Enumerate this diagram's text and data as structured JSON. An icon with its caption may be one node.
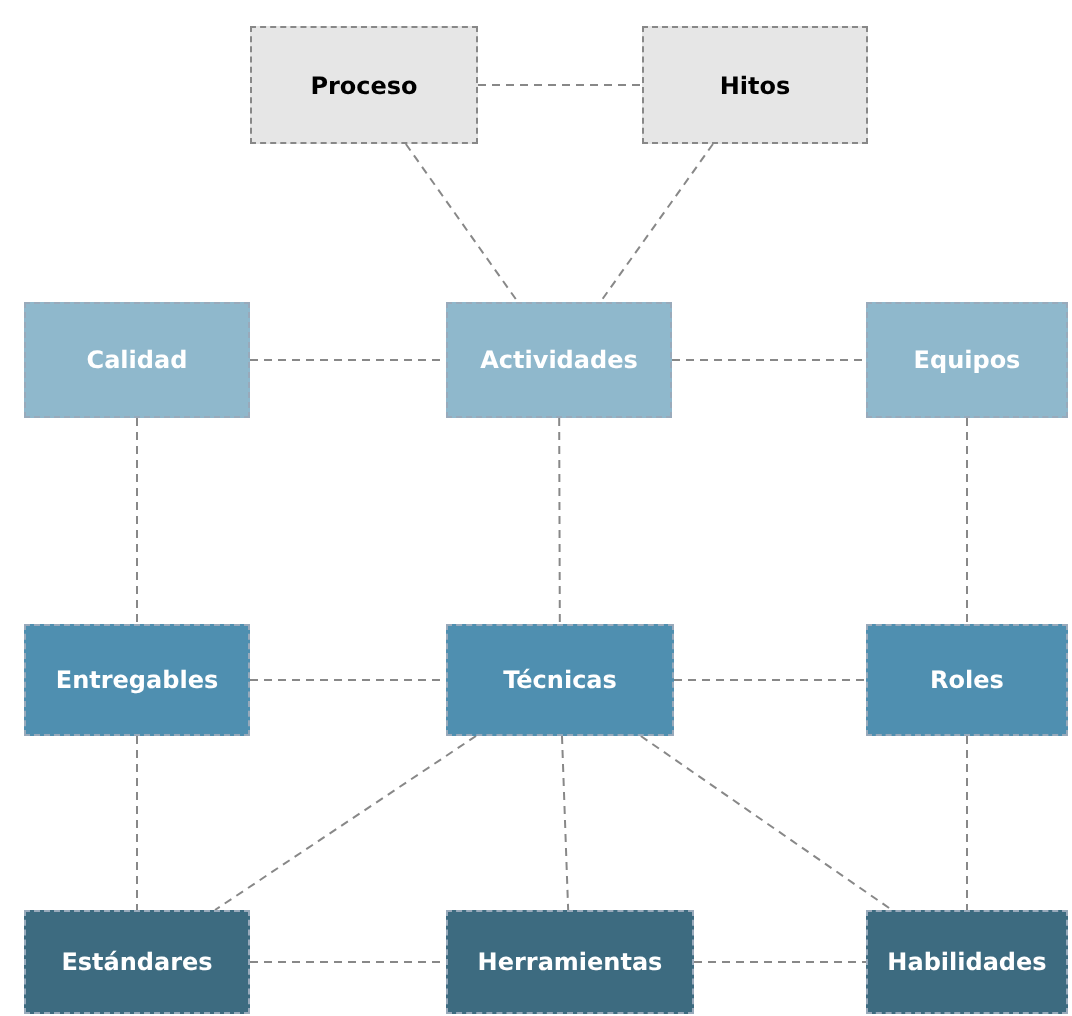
{
  "diagram": {
    "nodes": [
      {
        "text": [
          "Proceso"
        ]
      },
      {
        "text": [
          "Hitos"
        ]
      },
      {
        "text": [
          "Calidad"
        ]
      },
      {
        "text": [
          "Actividades"
        ]
      },
      {
        "text": [
          "Equipos"
        ]
      },
      {
        "text": [
          "Entregables"
        ]
      },
      {
        "text": [
          "Técnicas"
        ]
      },
      {
        "text": [
          "Roles"
        ]
      },
      {
        "text": [
          "Estándares"
        ]
      },
      {
        "text": [
          "Herramientas"
        ]
      },
      {
        "text": [
          "Habilidades"
        ]
      }
    ],
    "edges": [
      {
        "from": 0,
        "to": 1,
        "arrow": "none"
      },
      {
        "from": 0,
        "to": 3,
        "arrow": "none"
      },
      {
        "from": 1,
        "to": 3,
        "arrow": "none"
      },
      {
        "from": 2,
        "to": 3,
        "arrow": "none"
      },
      {
        "from": 3,
        "to": 4,
        "arrow": "none"
      },
      {
        "from": 2,
        "to": 5,
        "arrow": "none"
      },
      {
        "from": 3,
        "to": 6,
        "arrow": "none"
      },
      {
        "from": 4,
        "to": 7,
        "arrow": "none"
      },
      {
        "from": 5,
        "to": 6,
        "arrow": "none"
      },
      {
        "from": 6,
        "to": 7,
        "arrow": "none"
      },
      {
        "from": 5,
        "to": 8,
        "arrow": "none"
      },
      {
        "from": 6,
        "to": 8,
        "arrow": "none"
      },
      {
        "from": 6,
        "to": 9,
        "arrow": "none"
      },
      {
        "from": 6,
        "to": 10,
        "arrow": "none"
      },
      {
        "from": 7,
        "to": 10,
        "arrow": "none"
      },
      {
        "from": 8,
        "to": 9,
        "arrow": "none"
      },
      {
        "from": 9,
        "to": 10,
        "arrow": "none"
      }
    ]
  }
}
